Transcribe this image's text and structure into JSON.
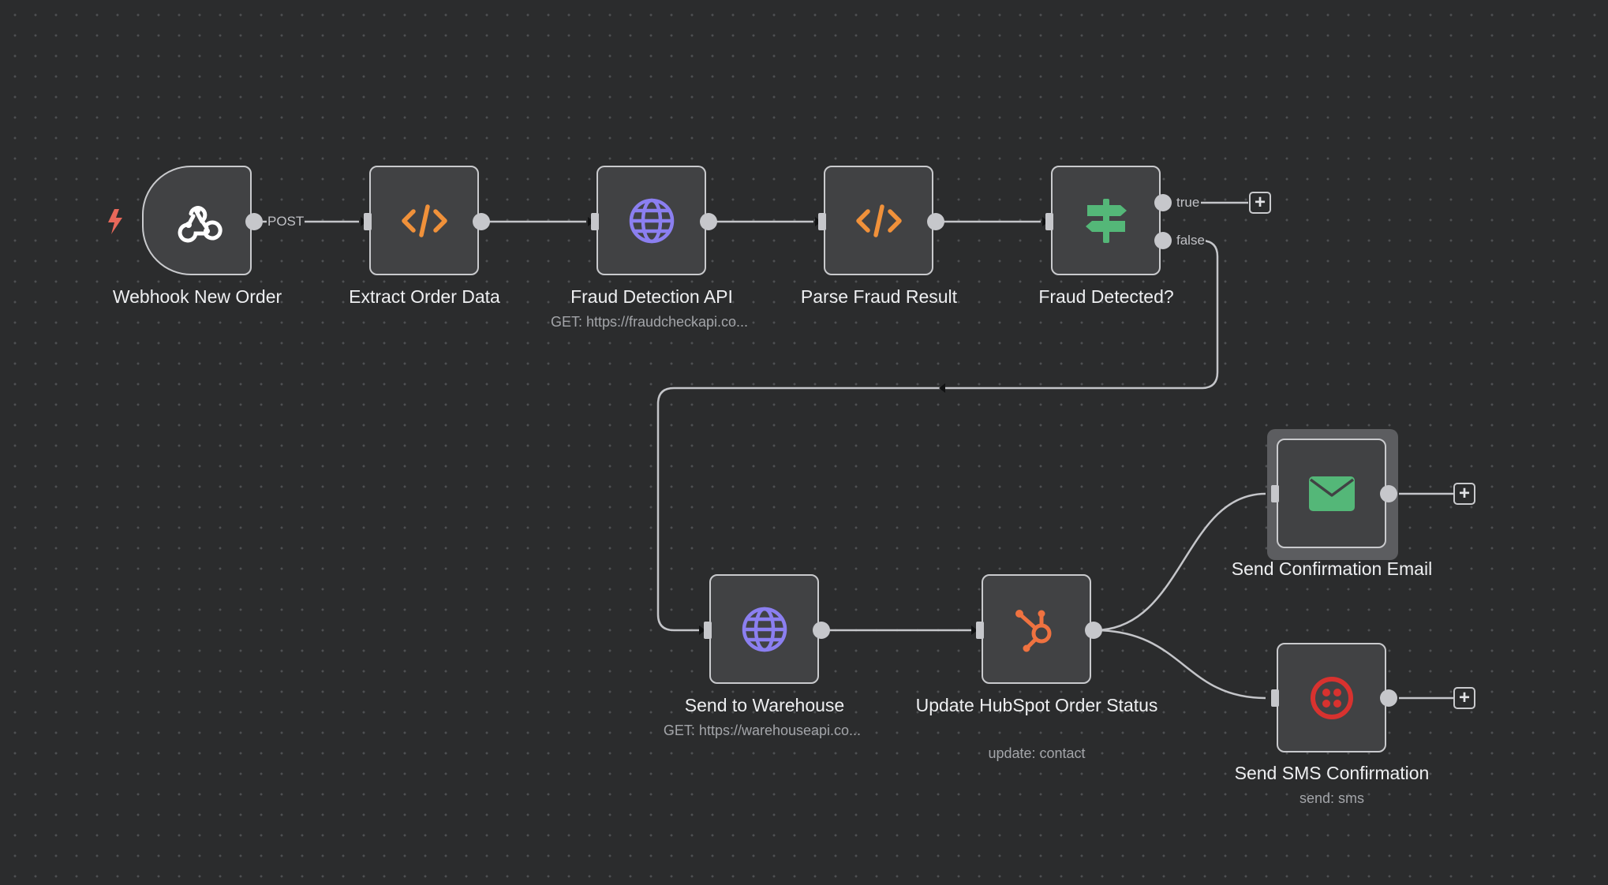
{
  "workflow": {
    "nodes": [
      {
        "label": "Webhook New Order",
        "subtitle": "",
        "icon": "webhook-icon",
        "color": "#ffffff"
      },
      {
        "label": "Extract Order Data",
        "subtitle": "",
        "icon": "code-icon",
        "color": "#f0913a"
      },
      {
        "label": "Fraud Detection API",
        "subtitle": "GET: https://fraudcheckapi.co...",
        "icon": "globe-icon",
        "color": "#8b7ff0"
      },
      {
        "label": "Parse Fraud Result",
        "subtitle": "",
        "icon": "code-icon",
        "color": "#f0913a"
      },
      {
        "label": "Fraud Detected?",
        "subtitle": "",
        "icon": "signpost-icon",
        "color": "#54b778"
      },
      {
        "label": "Send to Warehouse",
        "subtitle": "GET: https://warehouseapi.co...",
        "icon": "globe-icon",
        "color": "#8b7ff0"
      },
      {
        "label": "Update HubSpot Order Status",
        "subtitle": "update: contact",
        "icon": "hubspot-icon",
        "color": "#ef7240"
      },
      {
        "label": "Send Confirmation Email",
        "subtitle": "",
        "icon": "envelope-icon",
        "color": "#54b778"
      },
      {
        "label": "Send SMS Confirmation",
        "subtitle": "send: sms",
        "icon": "twilio-icon",
        "color": "#d8322f"
      }
    ],
    "connection_labels": {
      "webhook": "POST",
      "if_true": "true",
      "if_false": "false"
    },
    "add_button_label": "+",
    "colors": {
      "canvas": "#2b2c2d",
      "node_fill": "#414244",
      "node_border": "#c9cacd",
      "wire": "#c4c5c9",
      "trigger_bolt": "#e8685a"
    }
  }
}
